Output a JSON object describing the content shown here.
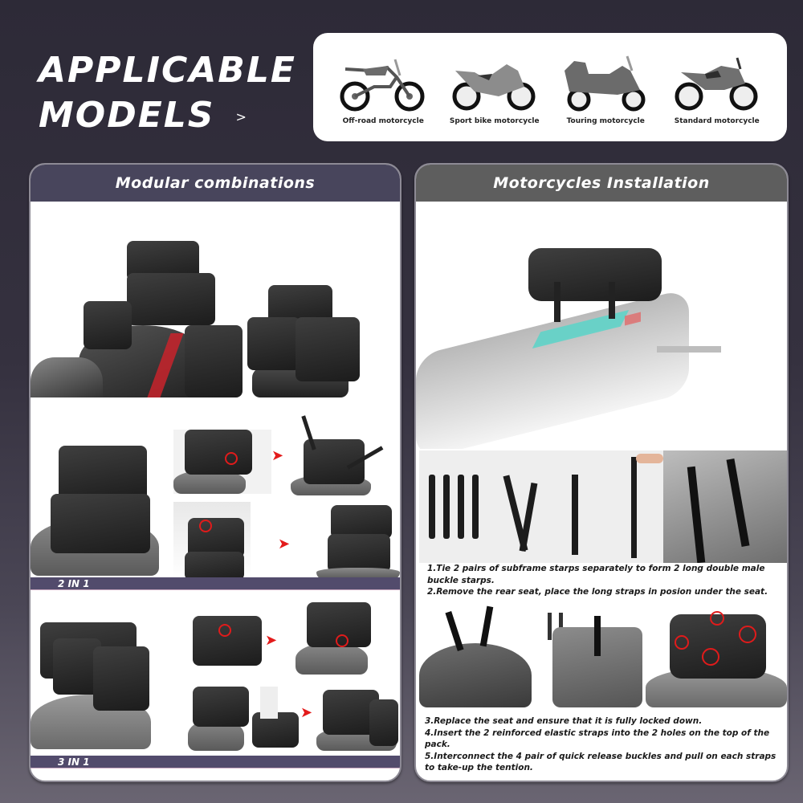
{
  "header": {
    "title_line1": "APPLICABLE",
    "title_line2": "MODELS",
    "arrow": ">"
  },
  "applicable_models": [
    {
      "label": "Off-road motorcycle",
      "icon": "offroad-motorcycle-icon"
    },
    {
      "label": "Sport bike motorcycle",
      "icon": "sport-motorcycle-icon"
    },
    {
      "label": "Touring motorcycle",
      "icon": "touring-motorcycle-icon"
    },
    {
      "label": "Standard motorcycle",
      "icon": "standard-motorcycle-icon"
    }
  ],
  "left_panel": {
    "title": "Modular combinations",
    "sections": [
      {
        "label": "2 IN 1"
      },
      {
        "label": "3 IN 1"
      }
    ]
  },
  "right_panel": {
    "title": "Motorcycles Installation",
    "steps_group1": [
      "1.Tie 2 pairs of subframe starps separately to form 2 long double male buckle starps.",
      "2.Remove the rear seat, place the long straps in posion under the seat."
    ],
    "steps_group2": [
      "3.Replace the seat and ensure that it is fully locked down.",
      "4.Insert the 2 reinforced elastic straps into the 2 holes on the top of the pack.",
      "5.Interconnect the 4 pair of quick release buckles and pull on each straps to take-up the tention."
    ]
  },
  "colors": {
    "background_top": "#2d2a37",
    "background_bottom": "#6a6572",
    "left_header": "#48455c",
    "right_header": "#5e5e5e",
    "combo_bar": "#524b6c",
    "highlight_red": "#e01b1b",
    "accent_teal": "#5fd3c8"
  }
}
